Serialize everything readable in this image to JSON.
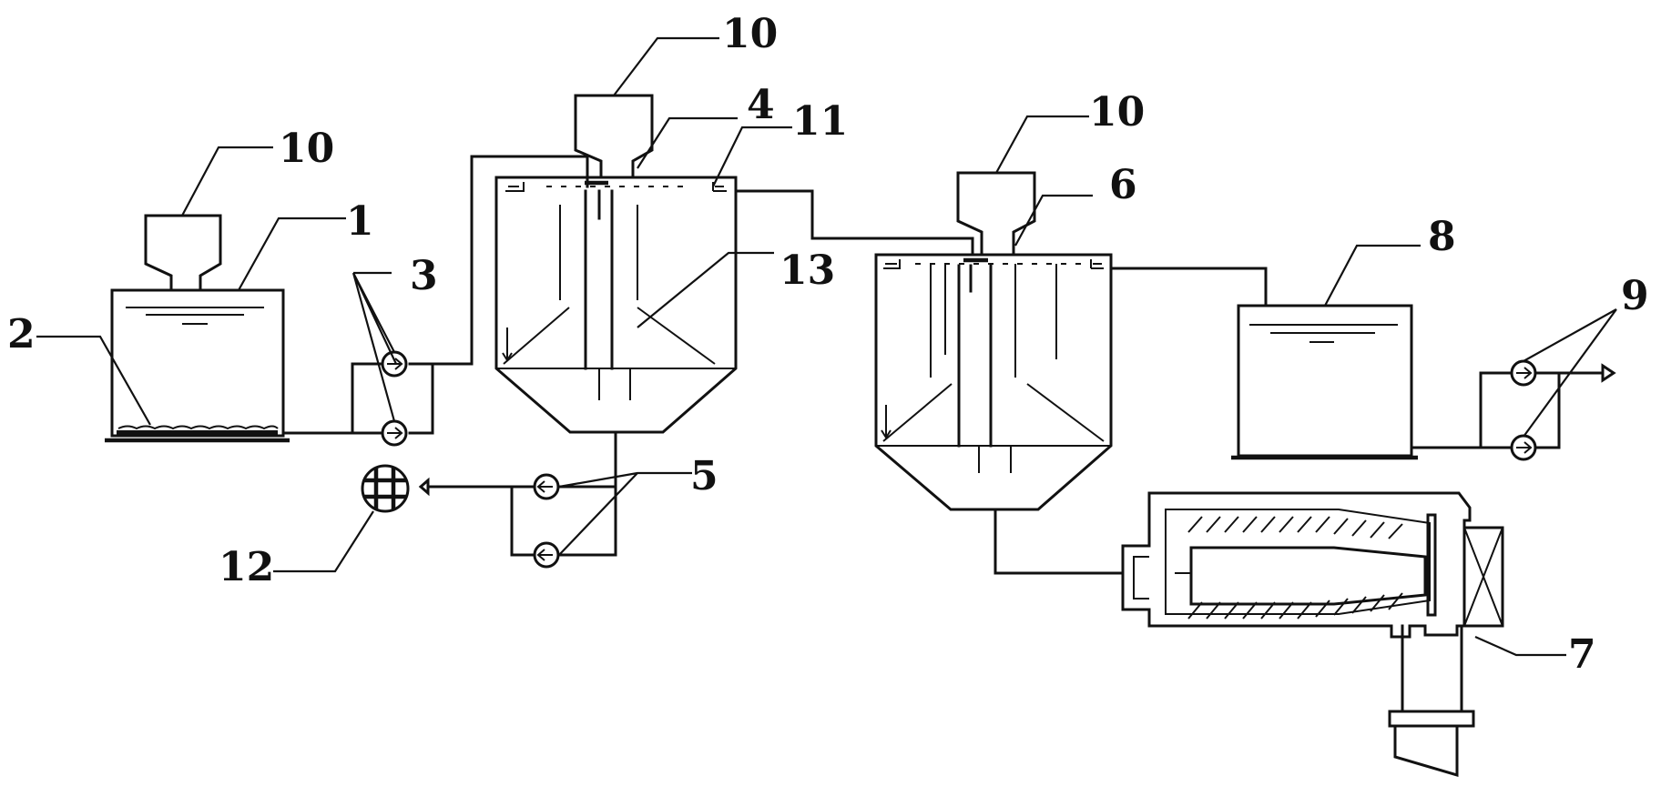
{
  "labels": {
    "tank_1": "1",
    "sediment_2": "2",
    "pumps_3": "3",
    "reactor_4": "4",
    "pumps_5": "5",
    "reactor_6": "6",
    "centrifuge_7": "7",
    "tank_8": "8",
    "pumps_9": "9",
    "hopper_10a": "10",
    "hopper_10b": "10",
    "hopper_10c": "10",
    "overflow_11": "11",
    "filter_12": "12",
    "baffle_13": "13"
  }
}
